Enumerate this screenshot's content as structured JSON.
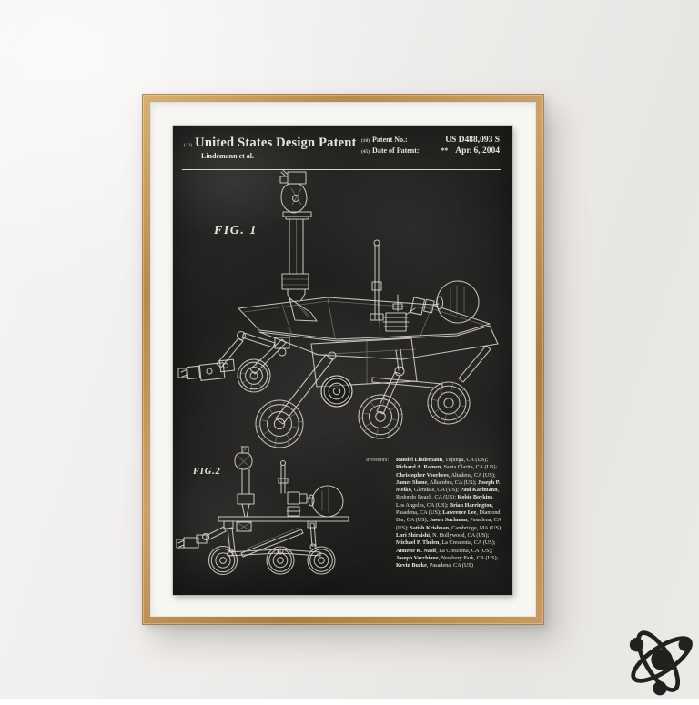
{
  "poster": {
    "header": {
      "code": "(12)",
      "title": "United States Design Patent",
      "author_line": "Lindemann et al.",
      "patent_no_code": "(10)",
      "patent_no_label": "Patent No.:",
      "patent_no_value": "US D488,093 S",
      "date_code": "(45)",
      "date_label": "Date of Patent:",
      "date_prefix": "**",
      "date_value": "Apr. 6, 2004"
    },
    "figures": [
      {
        "label": "FIG. 1"
      },
      {
        "label": "FIG.2"
      }
    ],
    "inventors_label": "Inventors:",
    "inventors": [
      {
        "name": "Randel Lindemann",
        "location": "Tujunga, CA (US)"
      },
      {
        "name": "Richard A. Rainen",
        "location": "Santa Clarita, CA (US)"
      },
      {
        "name": "Christopher Voorhees",
        "location": "Altadena, CA (US)"
      },
      {
        "name": "James Shone",
        "location": "Alhambra, CA (US)"
      },
      {
        "name": "Joseph P. Melko",
        "location": "Glendale, CA (US)"
      },
      {
        "name": "Paul Karlmann",
        "location": "Redondo Beach, CA (US)"
      },
      {
        "name": "Kobie Boykins",
        "location": "Los Angeles, CA (US)"
      },
      {
        "name": "Brian Harrington",
        "location": "Pasadena, CA (US)"
      },
      {
        "name": "Lawrence Lee",
        "location": "Diamond Bar, CA (US)"
      },
      {
        "name": "Jason Suchman",
        "location": "Pasadena, CA (US)"
      },
      {
        "name": "Satish Krishnan",
        "location": "Cambridge, MA (US)"
      },
      {
        "name": "Lori Shiraishi",
        "location": "N. Hollywood, CA (US)"
      },
      {
        "name": "Michael P. Thelen",
        "location": "La Crescenta, CA (US)"
      },
      {
        "name": "Annette K. Nasif",
        "location": "La Crescenta, CA (US)"
      },
      {
        "name": "Joseph Vacchione",
        "location": "Newbury Park, CA (US)"
      },
      {
        "name": "Kevin Burke",
        "location": "Pasadena, CA (US)"
      }
    ]
  },
  "logo": {
    "icon": "atom-icon"
  },
  "colors": {
    "wall": "#efedeb",
    "frame_wood": "#c49a5e",
    "mat": "#f7f6f2",
    "poster_bg": "#232321",
    "chalk": "#e9e6de",
    "logo": "#22211f"
  }
}
